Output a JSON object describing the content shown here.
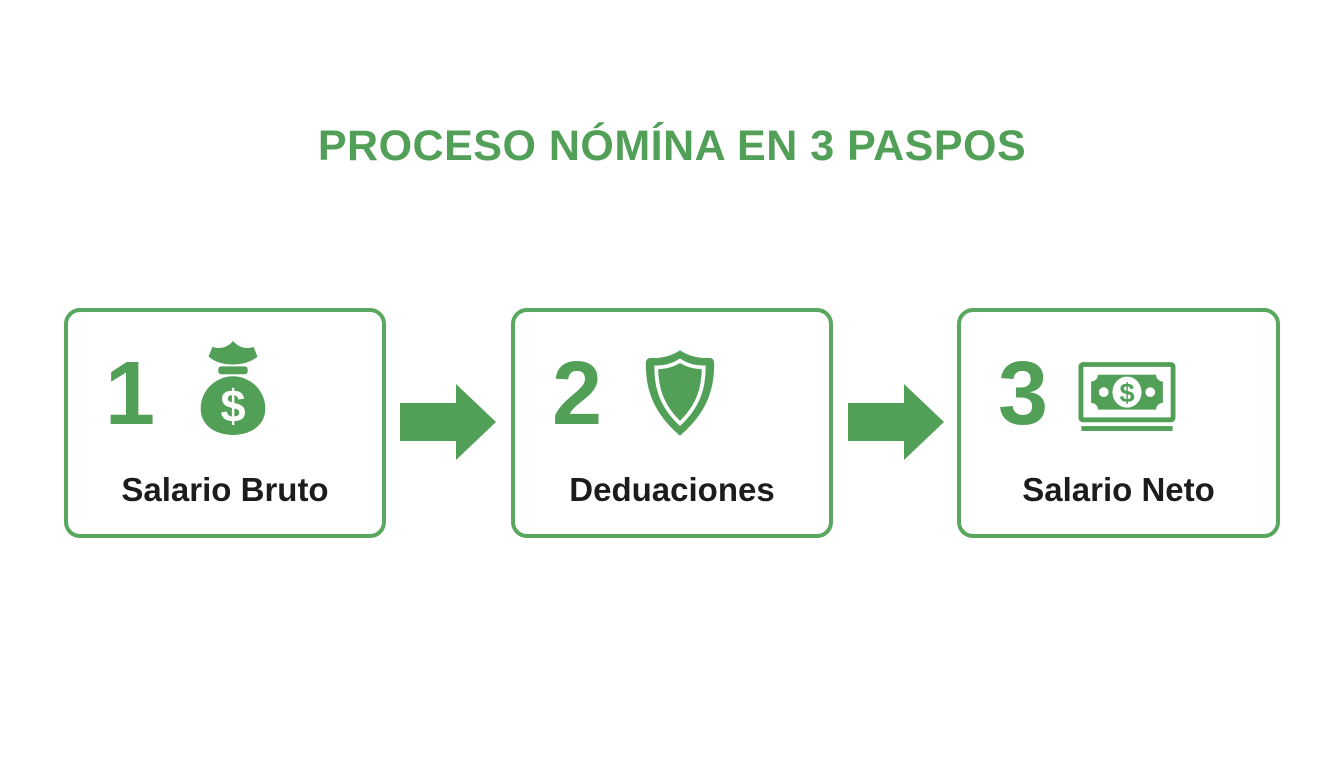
{
  "title": "PROCESO NÓMÍNA EN 3 PASPOS",
  "colors": {
    "green": "#52a058",
    "green_border": "#5aa75f",
    "text_dark": "#1c1c1c",
    "background": "#ffffff"
  },
  "steps": [
    {
      "number": "1",
      "icon": "money-bag-icon",
      "label": "Salario Bruto"
    },
    {
      "number": "2",
      "icon": "shield-icon",
      "label": "Deduaciones"
    },
    {
      "number": "3",
      "icon": "banknote-icon",
      "label": "Salario Neto"
    }
  ],
  "arrows": [
    {
      "icon": "arrow-right-icon"
    },
    {
      "icon": "arrow-right-icon"
    }
  ],
  "icon_glyphs": {
    "currency_symbol": "$"
  }
}
